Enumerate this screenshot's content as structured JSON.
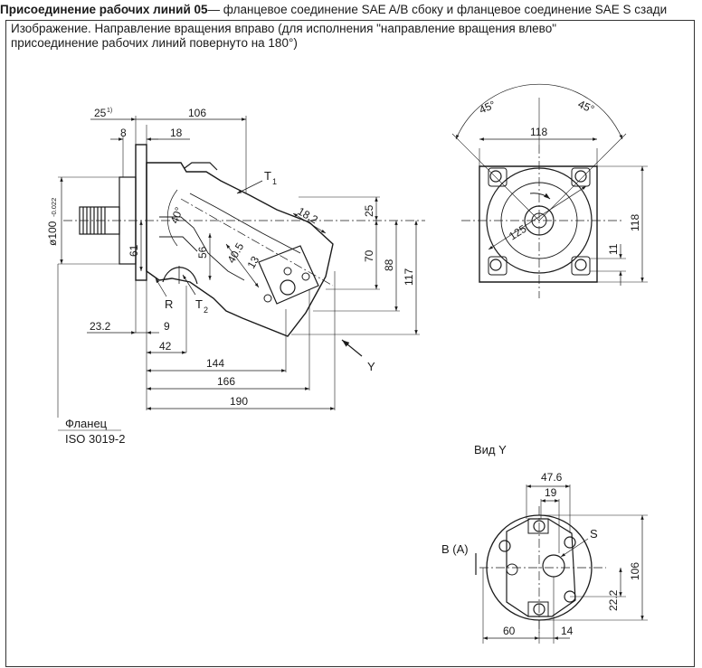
{
  "header": {
    "title_bold": "Присоединение рабочих линий 05",
    "title_rest": "— фланцевое соединение SAE A/B сбоку и фланцевое соединение SAE S сзади"
  },
  "caption": {
    "line1": "Изображение. Направление вращения вправо (для исполнения \"направление вращения влево\"",
    "line2": "присоединение рабочих линий повернуто на 180°)"
  },
  "side_view": {
    "dims": {
      "d25": "25",
      "d25_sup": "1)",
      "d106": "106",
      "d8": "8",
      "d18": "18",
      "t1": "T",
      "t1_sub": "1",
      "diam": "ø100",
      "diam_tol": "-0.022",
      "d40deg": "40°",
      "d18_2": "18.2",
      "d25b": "25",
      "d61": "61",
      "d56": "56",
      "d40_5": "40.5",
      "d13": "13",
      "d70": "70",
      "d88": "88",
      "d117": "117",
      "r": "R",
      "t2": "T",
      "t2_sub": "2",
      "d23_2": "23.2",
      "d9": "9",
      "d42": "42",
      "d144": "144",
      "d166": "166",
      "d190": "190",
      "y": "Y"
    },
    "flange_label1": "Фланец",
    "flange_label2": "ISO 3019-2"
  },
  "front_view": {
    "dims": {
      "a45l": "45°",
      "a45r": "45°",
      "d118t": "118",
      "d118r": "118",
      "d125": "125",
      "d11": "11"
    }
  },
  "view_y": {
    "title": "Вид Y",
    "dims": {
      "d47_6": "47.6",
      "d19": "19",
      "s": "S",
      "ba": "B (A)",
      "d106": "106",
      "d22_2": "22.2",
      "d60": "60",
      "d14": "14"
    }
  }
}
